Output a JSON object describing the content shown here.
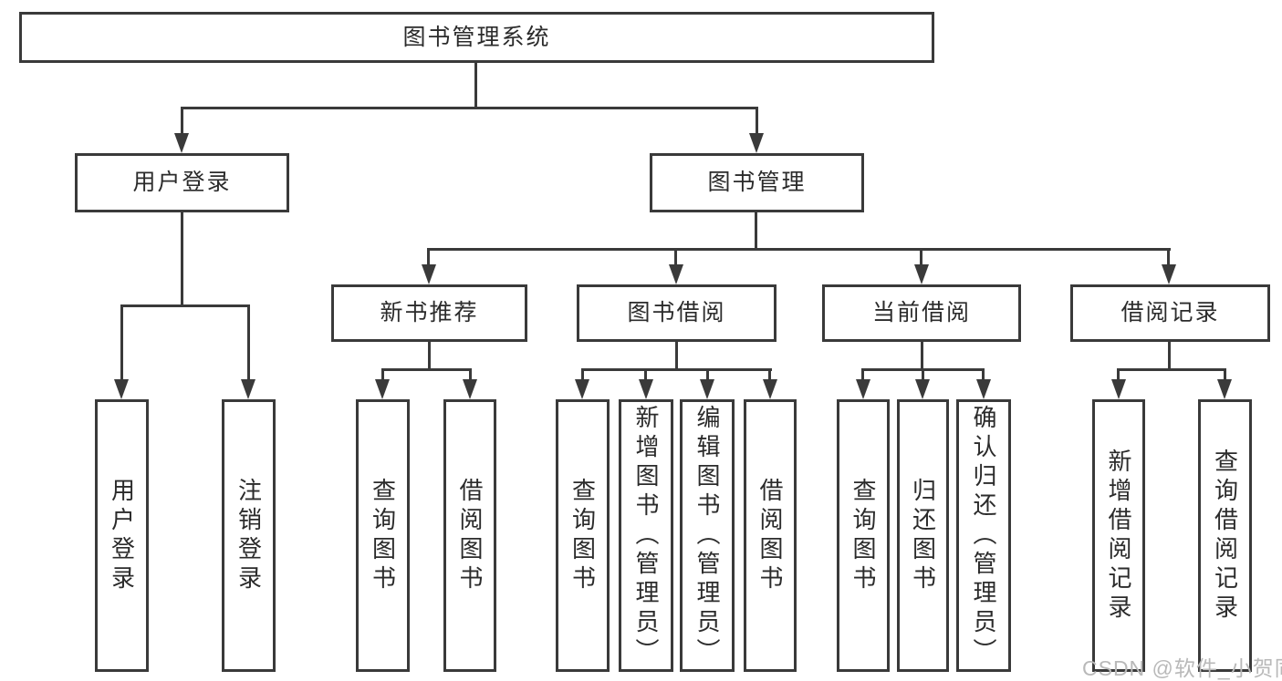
{
  "diagram_type": "hierarchy-tree",
  "colors": {
    "background": "#ffffff",
    "line": "#3a3a3a",
    "box_border": "#3a3a3a",
    "box_fill": "#ffffff",
    "text": "#2b2b2b",
    "watermark": "#b9b9b9"
  },
  "tree": {
    "label": "图书管理系统",
    "children": [
      {
        "label": "用户登录",
        "children": [
          {
            "label": "用户登录"
          },
          {
            "label": "注销登录"
          }
        ]
      },
      {
        "label": "图书管理",
        "children": [
          {
            "label": "新书推荐",
            "children": [
              {
                "label": "查询图书"
              },
              {
                "label": "借阅图书"
              }
            ]
          },
          {
            "label": "图书借阅",
            "children": [
              {
                "label": "查询图书"
              },
              {
                "label": "新增图书（管理员）"
              },
              {
                "label": "编辑图书（管理员）"
              },
              {
                "label": "借阅图书"
              }
            ]
          },
          {
            "label": "当前借阅",
            "children": [
              {
                "label": "查询图书"
              },
              {
                "label": "归还图书"
              },
              {
                "label": "确认归还（管理员）"
              }
            ]
          },
          {
            "label": "借阅记录",
            "children": [
              {
                "label": "新增借阅记录"
              },
              {
                "label": "查询借阅记录"
              }
            ]
          }
        ]
      }
    ]
  },
  "watermark": "CSDN @软件_小贺同学"
}
